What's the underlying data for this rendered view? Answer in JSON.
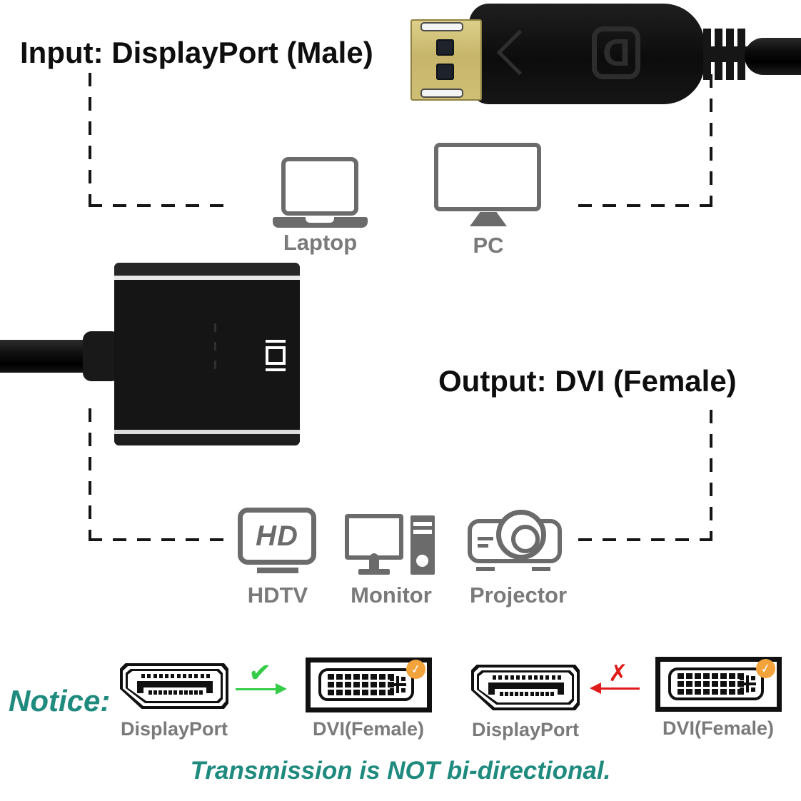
{
  "colors": {
    "teal": "#1f8a7e",
    "green": "#35cc47",
    "red": "#e01b1b",
    "orange": "#f2a33c",
    "gray_icon": "#6b6b6b",
    "gray_label": "#7a7a7a",
    "ink": "#111111",
    "gold": "#cfbf74"
  },
  "input_section": {
    "title": "Input: DisplayPort (Male)",
    "devices": [
      {
        "label": "Laptop"
      },
      {
        "label": "PC"
      }
    ]
  },
  "output_section": {
    "title": "Output: DVI (Female)",
    "devices": [
      {
        "label": "HDTV"
      },
      {
        "label": "Monitor"
      },
      {
        "label": "Projector"
      }
    ]
  },
  "icons": {
    "dp_logo": "D",
    "hd_text": "HD"
  },
  "notice": {
    "label": "Notice:",
    "connectors": [
      "DisplayPort",
      "DVI(Female)",
      "DisplayPort",
      "DVI(Female)"
    ],
    "allowed_mark": "✔",
    "blocked_mark": "✗",
    "badge_mark": "✓",
    "footer": "Transmission is NOT bi-directional."
  }
}
